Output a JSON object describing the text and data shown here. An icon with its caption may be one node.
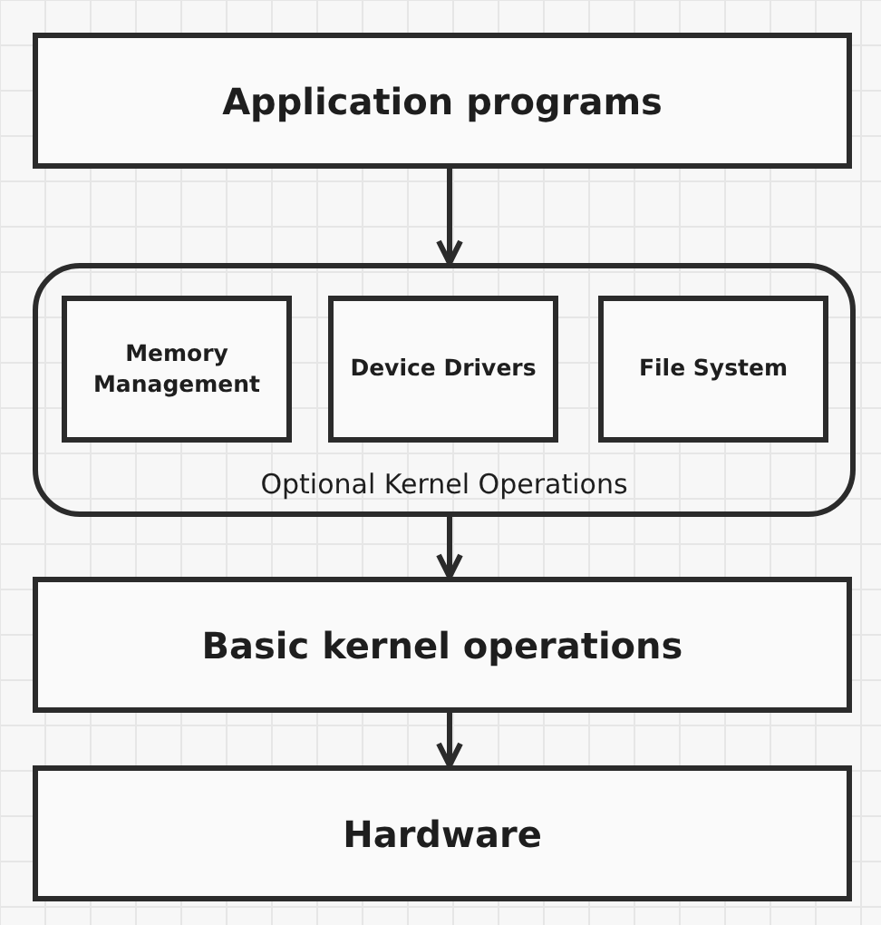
{
  "diagram": {
    "nodes": [
      {
        "text": [
          "Application programs"
        ]
      },
      {
        "text": [
          "Optional Kernel Operations"
        ]
      },
      {
        "text": [
          "Memory Management"
        ],
        "in": 1
      },
      {
        "text": [
          "Device Drivers"
        ],
        "in": 1
      },
      {
        "text": [
          "File System"
        ],
        "in": 1
      },
      {
        "text": [
          "Basic kernel operations"
        ]
      },
      {
        "text": [
          "Hardware"
        ]
      }
    ],
    "edges": [
      {
        "from": 0,
        "to": 1,
        "arrow": "to"
      },
      {
        "from": 1,
        "to": 5,
        "arrow": "to"
      },
      {
        "from": 5,
        "to": 6,
        "arrow": "to"
      }
    ]
  }
}
